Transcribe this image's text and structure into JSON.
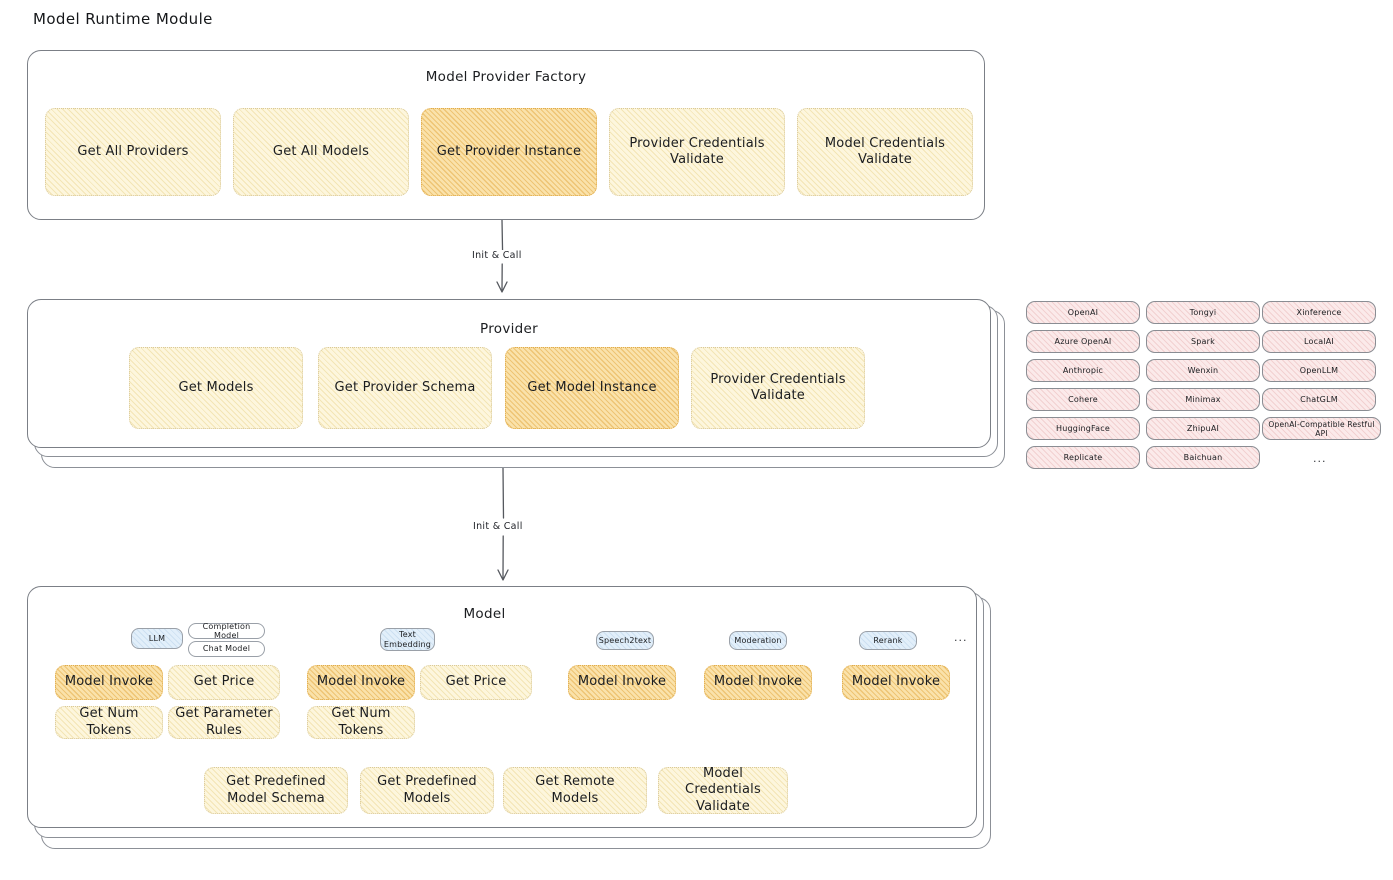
{
  "page": {
    "title": "Model Runtime Module"
  },
  "factory": {
    "title": "Model Provider Factory",
    "nodes": [
      {
        "label": "Get All Providers",
        "highlight": false
      },
      {
        "label": "Get All Models",
        "highlight": false
      },
      {
        "label": "Get Provider Instance",
        "highlight": true
      },
      {
        "label": "Provider Credentials Validate",
        "highlight": false
      },
      {
        "label": "Model Credentials Validate",
        "highlight": false
      }
    ]
  },
  "arrows": [
    {
      "label": "Init & Call"
    },
    {
      "label": "Init & Call"
    }
  ],
  "provider": {
    "title": "Provider",
    "nodes": [
      {
        "label": "Get Models",
        "highlight": false
      },
      {
        "label": "Get Provider Schema",
        "highlight": false
      },
      {
        "label": "Get Model Instance",
        "highlight": true
      },
      {
        "label": "Provider Credentials Validate",
        "highlight": false
      }
    ]
  },
  "provider_list": {
    "columns": [
      [
        "OpenAI",
        "Azure OpenAI",
        "Anthropic",
        "Cohere",
        "HuggingFace",
        "Replicate"
      ],
      [
        "Tongyi",
        "Spark",
        "Wenxin",
        "Minimax",
        "ZhipuAI",
        "Baichuan"
      ],
      [
        "Xinference",
        "LocalAI",
        "OpenLLM",
        "ChatGLM",
        "OpenAI-Compatible Restful API"
      ]
    ],
    "more": "..."
  },
  "model": {
    "title": "Model",
    "more": "...",
    "types": [
      {
        "badge": "LLM",
        "tags": [
          "Completion Model",
          "Chat Model"
        ]
      },
      {
        "badge": "Text Embedding",
        "tags": []
      },
      {
        "badge": "Speech2text",
        "tags": []
      },
      {
        "badge": "Moderation",
        "tags": []
      },
      {
        "badge": "Rerank",
        "tags": []
      }
    ],
    "llm_nodes": [
      {
        "label": "Model Invoke",
        "highlight": true
      },
      {
        "label": "Get Price",
        "highlight": false
      },
      {
        "label": "Get Num Tokens",
        "highlight": false
      },
      {
        "label": "Get Parameter Rules",
        "highlight": false
      }
    ],
    "embedding_nodes": [
      {
        "label": "Model Invoke",
        "highlight": true
      },
      {
        "label": "Get Price",
        "highlight": false
      },
      {
        "label": "Get Num Tokens",
        "highlight": false
      }
    ],
    "speech_nodes": [
      {
        "label": "Model Invoke",
        "highlight": true
      }
    ],
    "moderation_nodes": [
      {
        "label": "Model Invoke",
        "highlight": true
      }
    ],
    "rerank_nodes": [
      {
        "label": "Model Invoke",
        "highlight": true
      }
    ],
    "common_nodes": [
      {
        "label": "Get Predefined Model Schema",
        "highlight": false
      },
      {
        "label": "Get Predefined Models",
        "highlight": false
      },
      {
        "label": "Get Remote Models",
        "highlight": false
      },
      {
        "label": "Model Credentials Validate",
        "highlight": false
      }
    ]
  },
  "colors": {
    "node_pale_bg": "#fdf6dd",
    "node_highlight_bg": "#fae2ab",
    "chip_bg": "#fbeaea",
    "badge_bg": "#e2effa",
    "outline": "#7b7f86"
  }
}
